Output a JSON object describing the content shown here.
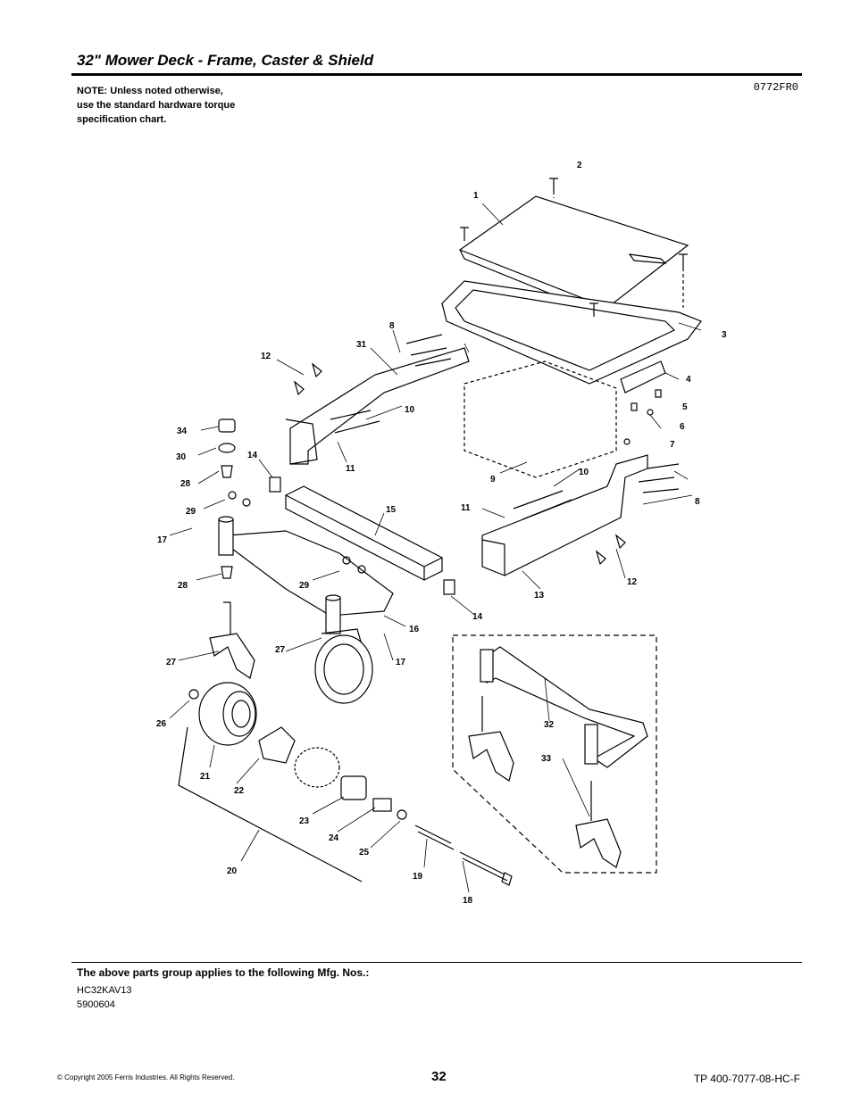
{
  "header": {
    "title": "32\" Mower Deck - Frame, Caster & Shield",
    "note_lines": [
      "NOTE: Unless noted otherwise,",
      "use the standard hardware torque",
      "specification chart."
    ],
    "figure_code": "0772FR0"
  },
  "diagram": {
    "callouts": [
      "1",
      "2",
      "3",
      "4",
      "5",
      "6",
      "7",
      "8",
      "8",
      "9",
      "10",
      "10",
      "11",
      "11",
      "12",
      "12",
      "13",
      "14",
      "14",
      "15",
      "16",
      "17",
      "17",
      "18",
      "19",
      "20",
      "21",
      "22",
      "23",
      "24",
      "25",
      "26",
      "27",
      "27",
      "28",
      "28",
      "29",
      "29",
      "30",
      "31",
      "32",
      "33",
      "34"
    ]
  },
  "footer": {
    "applies_label": "The above parts group applies to the following Mfg. Nos.:",
    "mfg_numbers": [
      "HC32KAV13",
      "5900604"
    ],
    "copyright": "© Copyright  2005 Ferris Industries. All Rights Reserved.",
    "page_number": "32",
    "doc_number": "TP 400-7077-08-HC-F"
  }
}
